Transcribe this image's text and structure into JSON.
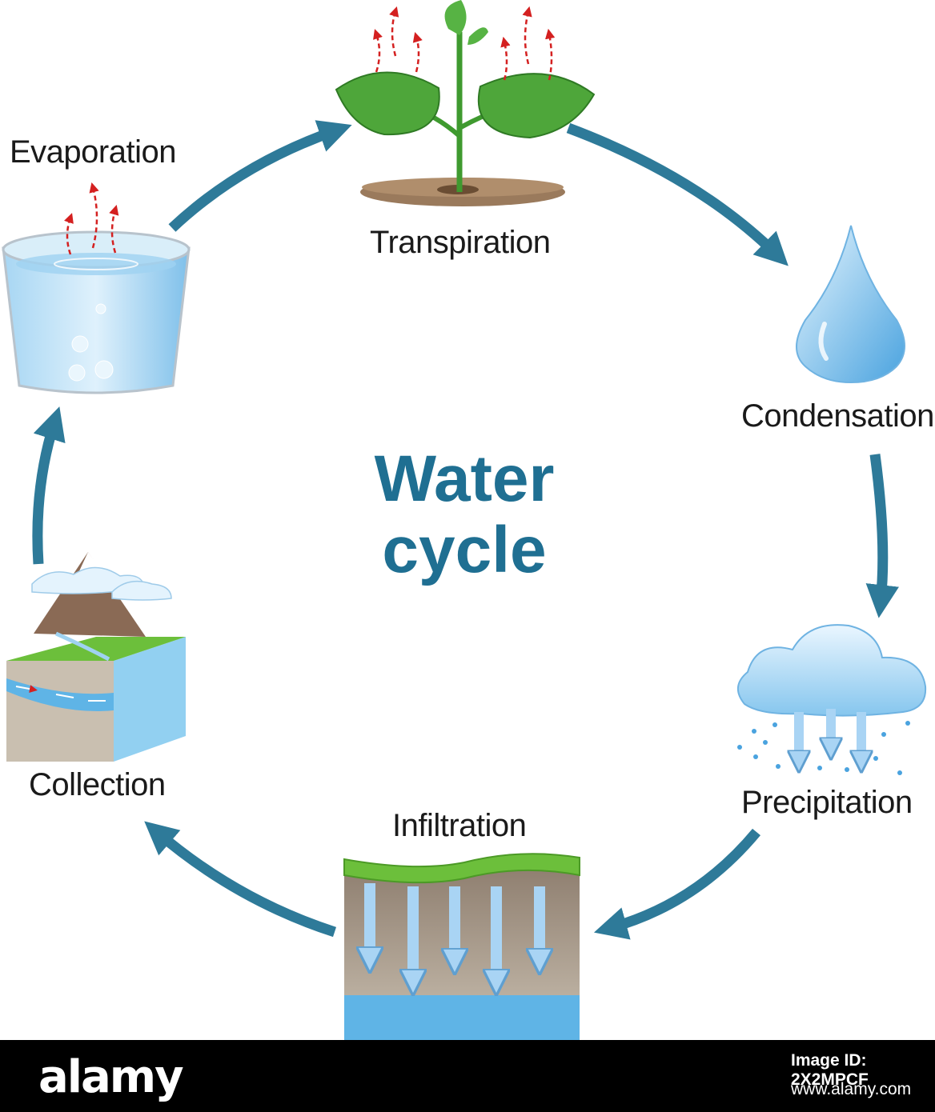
{
  "title": {
    "line1": "Water",
    "line2": "cycle"
  },
  "stages": {
    "evaporation": "Evaporation",
    "transpiration": "Transpiration",
    "condensation": "Condensation",
    "precipitation": "Precipitation",
    "infiltration": "Infiltration",
    "collection": "Collection"
  },
  "colors": {
    "arrow": "#2e7a99",
    "title": "#1f6f92",
    "vapor": "#d42020",
    "leaf": "#3f9a2f",
    "water": "#5fb4e6",
    "soil": "#9a7a5c"
  },
  "footer": {
    "brand": "alamy",
    "image_id": "Image ID: 2X2MPCF",
    "url": "www.alamy.com"
  }
}
